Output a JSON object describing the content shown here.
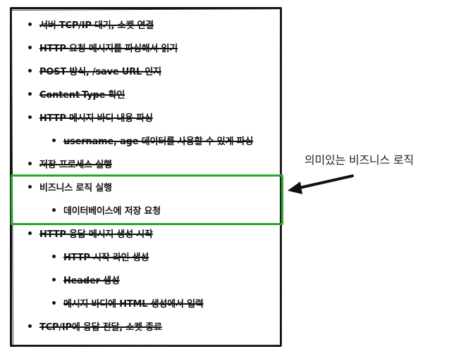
{
  "steps": [
    {
      "text": "서버 TCP/IP 대기, 소켓 연결",
      "level": 0,
      "struck": true
    },
    {
      "text": "HTTP 요청 메시지를 파싱해서 읽기",
      "level": 0,
      "struck": true
    },
    {
      "text": "POST 방식, /save URL 인지",
      "level": 0,
      "struck": true
    },
    {
      "text": "Content-Type 확인",
      "level": 0,
      "struck": true
    },
    {
      "text": "HTTP 메시지 바디 내용 파싱",
      "level": 0,
      "struck": true
    },
    {
      "text": "username, age 데이터를 사용할 수 있게 파싱",
      "level": 1,
      "struck": true
    },
    {
      "text": "저장 프로세스 실행",
      "level": 0,
      "struck": true
    },
    {
      "text": "비즈니스 로직 실행",
      "level": 0,
      "struck": false
    },
    {
      "text": "데이터베이스에 저장 요청",
      "level": 1,
      "struck": false
    },
    {
      "text": "HTTP 응답 메시지 생성 시작",
      "level": 0,
      "struck": true
    },
    {
      "text": "HTTP 시작 라인 생성",
      "level": 1,
      "struck": true
    },
    {
      "text": "Header 생성",
      "level": 1,
      "struck": true
    },
    {
      "text": "메시지 바디에 HTML 생성에서 입력",
      "level": 1,
      "struck": true
    },
    {
      "text": "TCP/IP에 응답 전달, 소켓 종료",
      "level": 0,
      "struck": true
    }
  ],
  "annotation": {
    "label": "의미있는 비즈니스 로직"
  },
  "colors": {
    "highlight": "#2aa52a",
    "ink": "#111111"
  }
}
